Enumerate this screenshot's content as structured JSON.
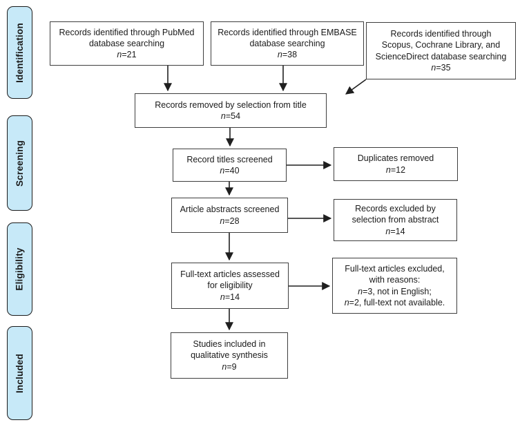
{
  "sidebar": {
    "identification": "Identification",
    "screening": "Screening",
    "eligibility": "Eligibility",
    "included": "Included"
  },
  "boxes": {
    "pubmed": {
      "line1": "Records identified through PubMed",
      "line2": "database searching",
      "n_it": "n",
      "n_rest": "=21"
    },
    "embase": {
      "line1": "Records identified through EMBASE",
      "line2": "database searching",
      "n_it": "n",
      "n_rest": "=38"
    },
    "other_db": {
      "line1": "Records identified through",
      "line2": "Scopus, Cochrane Library, and",
      "line3": "ScienceDirect database searching",
      "n_it": "n",
      "n_rest": "=35"
    },
    "removed_title": {
      "line1": "Records removed by selection from title",
      "n_it": "n",
      "n_rest": "=54"
    },
    "titles_screened": {
      "line1": "Record titles screened",
      "n_it": "n",
      "n_rest": "=40"
    },
    "duplicates": {
      "line1": "Duplicates removed",
      "n_it": "n",
      "n_rest": "=12"
    },
    "abstracts_screened": {
      "line1": "Article abstracts screened",
      "n_it": "n",
      "n_rest": "=28"
    },
    "excluded_abstract": {
      "line1": "Records excluded by",
      "line2": "selection from abstract",
      "n_it": "n",
      "n_rest": "=14"
    },
    "fulltext_assessed": {
      "line1": "Full-text articles assessed",
      "line2": "for eligibility",
      "n_it": "n",
      "n_rest": "=14"
    },
    "fulltext_excluded": {
      "line1": "Full-text articles excluded,",
      "line2": "with reasons:",
      "r1_it": "n",
      "r1_rest": "=3, not in English;",
      "r2_it": "n",
      "r2_rest": "=2, full-text not available."
    },
    "studies_included": {
      "line1": "Studies included in",
      "line2": "qualitative synthesis",
      "n_it": "n",
      "n_rest": "=9"
    }
  },
  "colors": {
    "stage_fill": "#c7e9f8",
    "stage_border": "#1a1a1a",
    "box_border": "#3d3d3d",
    "arrow": "#1f1f1f"
  }
}
